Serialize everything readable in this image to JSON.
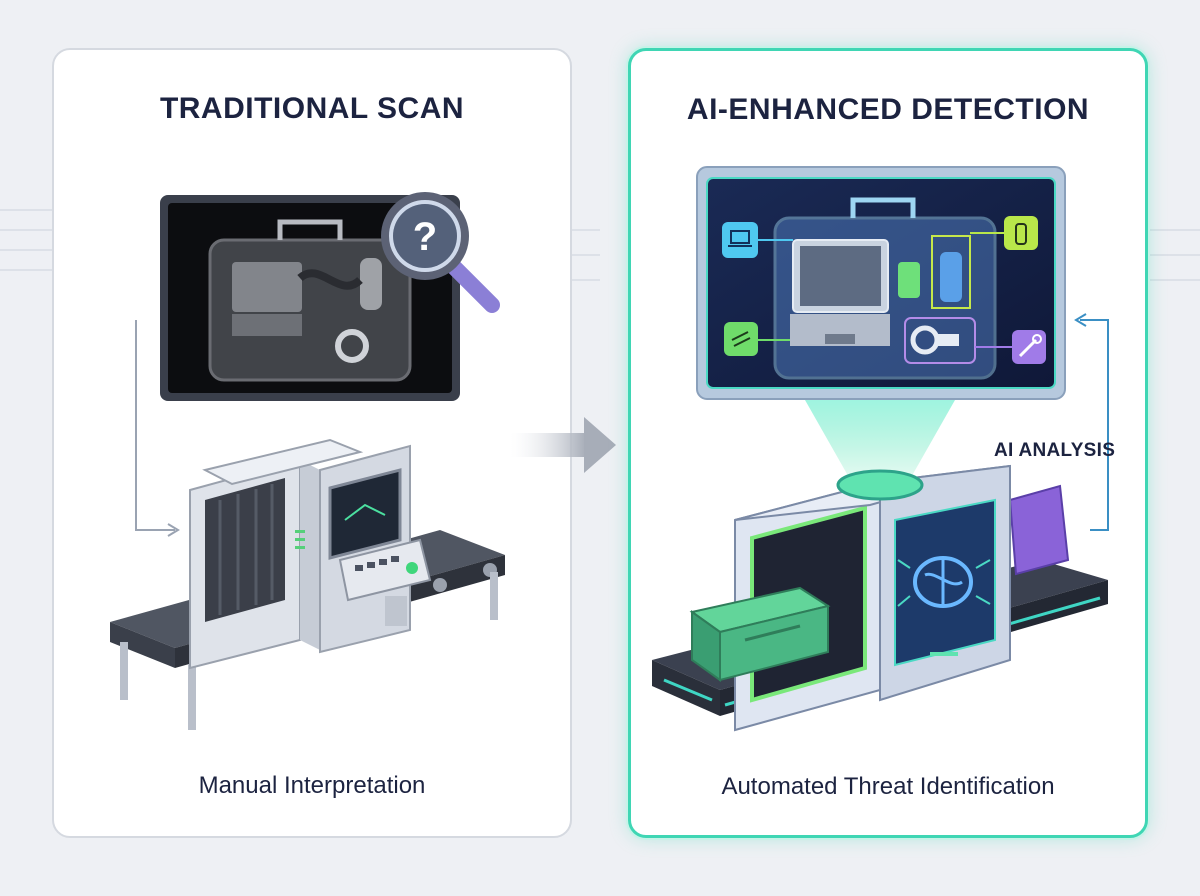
{
  "left_panel": {
    "title": "TRADITIONAL SCAN",
    "caption": "Manual Interpretation"
  },
  "right_panel": {
    "title": "AI-ENHANCED DETECTION",
    "caption": "Automated Threat Identification",
    "side_label": "AI ANALYSIS"
  },
  "colors": {
    "accent_teal": "#3fd6b4",
    "accent_green": "#7be36b",
    "accent_purple": "#a07be8",
    "dark_navy": "#1c2340",
    "machine_grey": "#c9ced8"
  },
  "icons": [
    "magnifier-question-icon",
    "laptop-icon",
    "bottle-icon",
    "wrench-icon",
    "cable-icon",
    "brain-chip-icon"
  ]
}
